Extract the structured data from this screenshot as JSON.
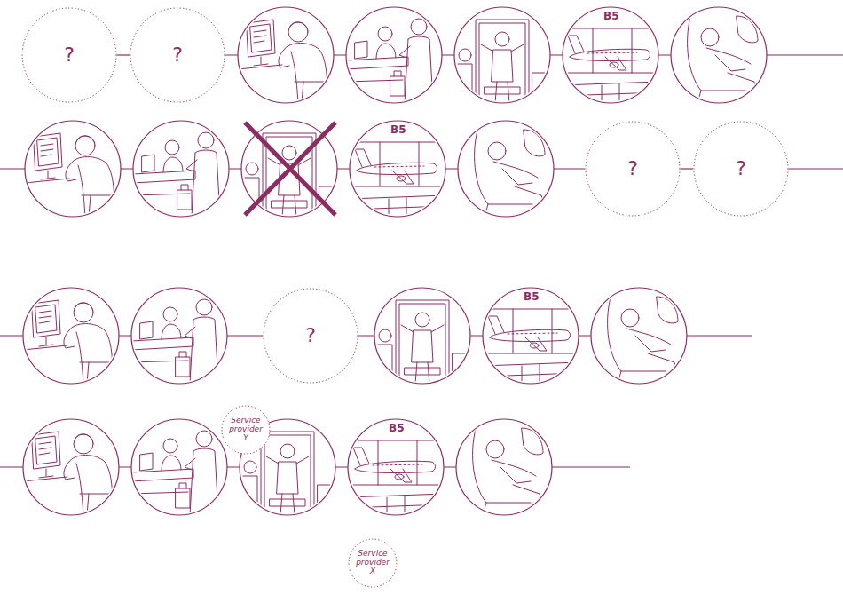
{
  "diagram": {
    "nodes": [
      {
        "text": [
          "?"
        ]
      },
      {
        "text": [
          "?"
        ]
      },
      {
        "text": [
          "?"
        ]
      },
      {
        "text": [
          "?"
        ]
      },
      {
        "text": [
          "?"
        ]
      },
      {
        "text": [
          "Service provider Y"
        ]
      },
      {
        "text": [
          "Service provider X"
        ]
      }
    ],
    "edges": [
      {
        "from": 0,
        "to": 1,
        "arrow": "none"
      },
      {
        "from": 2,
        "to": 3,
        "arrow": "none"
      }
    ],
    "labels": [
      "B5",
      "B5",
      "B5",
      "B5"
    ]
  }
}
